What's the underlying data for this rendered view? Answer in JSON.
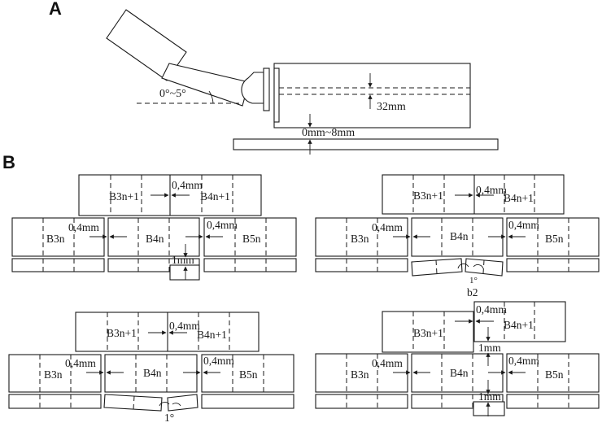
{
  "panels": {
    "a": "A",
    "b": "B"
  },
  "part_a": {
    "angle": "0°~5°",
    "gap": "32mm",
    "distance": "0mm~8mm"
  },
  "scenario_top_left": {
    "b3n1": "B3n+1",
    "b4n1": "B4n+1",
    "b3n": "B3n",
    "b4n": "B4n",
    "b5n": "B5n",
    "gap_upper": "0,4mm",
    "gap_lower": "0,4mm",
    "gap_right": "0,4mm",
    "drop": "1mm"
  },
  "scenario_top_right": {
    "b3n1": "B3n+1",
    "b4n1": "B4n+1",
    "b3n": "B3n",
    "b4n": "B4n",
    "b5n": "B5n",
    "gap_upper": "0,4mm",
    "gap_lower": "0,4mm",
    "gap_right": "0,4mm",
    "tilt": "1°",
    "label": "b2"
  },
  "scenario_bottom_left": {
    "b3n1": "B3n+1",
    "b4n1": "B4n+1",
    "b3n": "B3n",
    "b4n": "B4n",
    "b5n": "B5n",
    "gap_upper": "0,4mm",
    "gap_lower": "0,4mm",
    "gap_right": "0,4mm",
    "tilt": "1°"
  },
  "scenario_bottom_right": {
    "b3n1": "B3n+1",
    "b4n1": "B4n+1",
    "b3n": "B3n",
    "b4n": "B4n",
    "b5n": "B5n",
    "gap_upper": "0,4mm",
    "gap_lower": "0,4mm",
    "gap_right": "0,4mm",
    "drop_upper": "1mm",
    "drop_lower": "1mm"
  },
  "colors": {
    "stroke": "#1a1a1a",
    "background": "#ffffff"
  }
}
